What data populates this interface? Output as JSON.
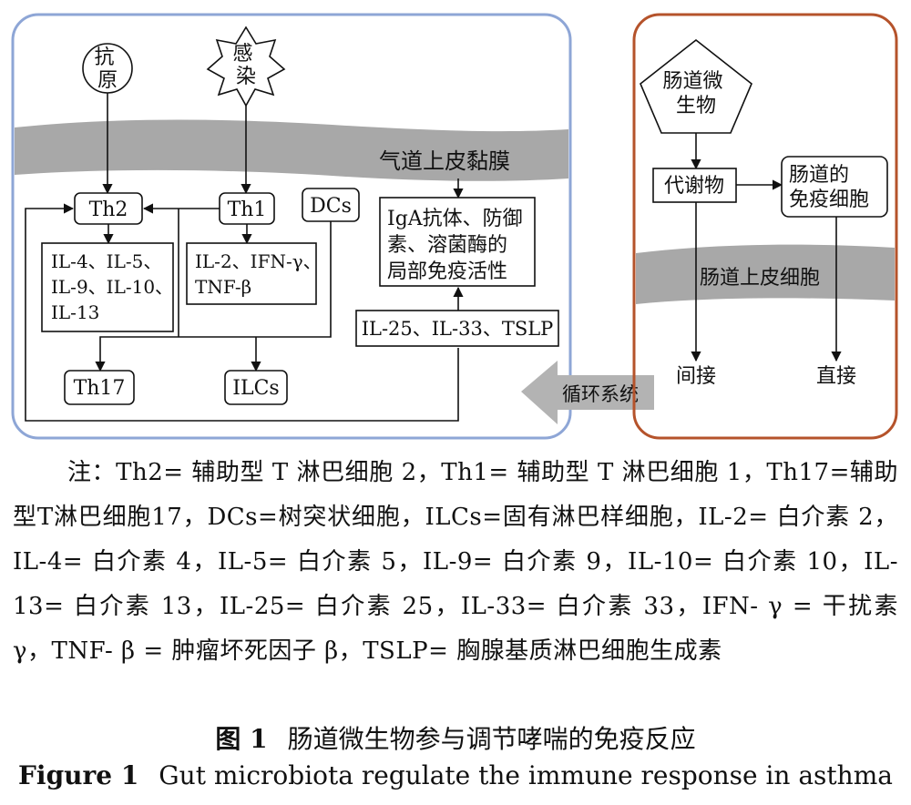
{
  "diagram": {
    "left_panel": {
      "antigen": "抗原",
      "infection": "感染",
      "airway_mucosa": "气道上皮黏膜",
      "th2": "Th2",
      "th1": "Th1",
      "dcs": "DCs",
      "th2_cytokines": [
        "IL-4、IL-5、",
        "IL-9、IL-10、",
        "IL-13"
      ],
      "th1_cytokines": [
        "IL-2、IFN-γ、",
        "TNF-β"
      ],
      "iga_box": [
        "IgA抗体、防御",
        "素、溶菌酶的",
        "局部免疫活性"
      ],
      "alarmins": "IL-25、IL-33、TSLP",
      "th17": "Th17",
      "ilcs": "ILCs"
    },
    "right_panel": {
      "gut_microbiota": [
        "肠道微",
        "生物"
      ],
      "metabolites": "代谢物",
      "gut_immune_cells": [
        "肠道的",
        "免疫细胞"
      ],
      "gut_epithelium": "肠道上皮细胞",
      "indirect": "间接",
      "direct": "直接"
    },
    "circulation": "循环系统",
    "colors": {
      "left_border": "#8ea6d6",
      "right_border": "#b5532b",
      "band": "#a8a8a8",
      "arrow_fill": "#b3b3b3"
    }
  },
  "caption": {
    "note": "注：Th2= 辅助型 T 淋巴细胞 2，Th1= 辅助型 T 淋巴细胞 1，Th17=辅助型T淋巴细胞17，DCs=树突状细胞，ILCs=固有淋巴样细胞，IL-2= 白介素 2，IL-4= 白介素 4，IL-5= 白介素 5，IL-9= 白介素 9，IL-10= 白介素 10，IL-13= 白介素 13，IL-25= 白介素 25，IL-33= 白介素 33，IFN- γ = 干扰素 γ，TNF- β = 肿瘤坏死因子 β，TSLP= 胸腺基质淋巴细胞生成素",
    "figure_label_cn": "图 1",
    "figure_title_cn": "肠道微生物参与调节哮喘的免疫反应",
    "figure_label_en": "Figure 1",
    "figure_title_en": "Gut microbiota regulate the immune response in asthma"
  }
}
